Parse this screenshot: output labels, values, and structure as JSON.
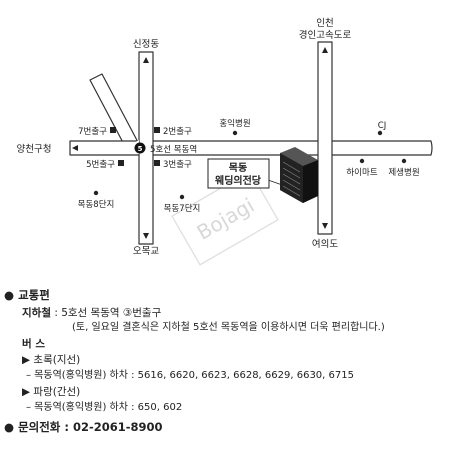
{
  "map": {
    "watermark": "Bojagi",
    "places": {
      "sinjeongdong": "신정동",
      "incheon": "인천",
      "gyeongin_expressway": "경인고속도로",
      "yangcheon_gu_office": "양천구청",
      "omokgyo": "오목교",
      "yeouido": "여의도",
      "exit7": "7번출구",
      "exit2": "2번출구",
      "exit5": "5번출구",
      "exit3": "3번출구",
      "station": "5호선 목동역",
      "station_symbol": "5",
      "hongik_hospital": "홍익병원",
      "cj": "CJ",
      "himart": "하이마트",
      "jesaeng_hospital": "제생병원",
      "mokdong8": "목동8단지",
      "mokdong7": "목동7단지",
      "venue_line1": "목동",
      "venue_line2": "웨딩의전당"
    }
  },
  "info": {
    "transport_title": "교통편",
    "subway_label": "지하철",
    "subway_text": ": 5호선 목동역 ③번출구",
    "subway_note": "(토, 일요일 결혼식은 지하철 5호선 목동역을 이용하시면 더욱 편리합니다.)",
    "bus_label": "버    스",
    "bus_green_title": "▶ 초록(지선)",
    "bus_green_text": "– 목동역(홍익병원) 하차 : 5616, 6620, 6623, 6628, 6629, 6630, 6715",
    "bus_blue_title": "▶ 파랑(간선)",
    "bus_blue_text": "– 목동역(홍익병원) 하차 : 650, 602",
    "phone_label": "문의전화 : 02-2061-8900"
  }
}
